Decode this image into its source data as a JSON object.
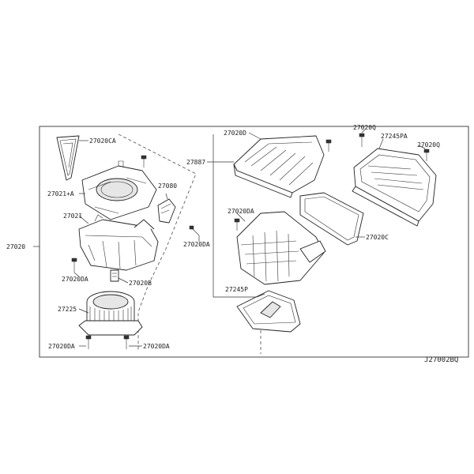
{
  "labels": {
    "assembly": "27020",
    "filter_small": "27020CA",
    "case_upper": "27021+A",
    "case_lower": "27021",
    "screw_a_left": "27020DA",
    "clip": "27020B",
    "motor": "27225",
    "screw_bottom_left": "27020DA",
    "screw_bottom_right": "27020DA",
    "resistor": "27080",
    "screw_resistor": "27020DA",
    "screw_center_mid": "27020DA",
    "intake_upper": "27020D",
    "bracket": "27887",
    "screw_top_right_a": "27020Q",
    "screw_top_right_b": "27020Q",
    "duct_right": "27245PA",
    "gasket": "27020C",
    "duct_center": "27245P"
  },
  "diagram_code": "J27002BQ"
}
